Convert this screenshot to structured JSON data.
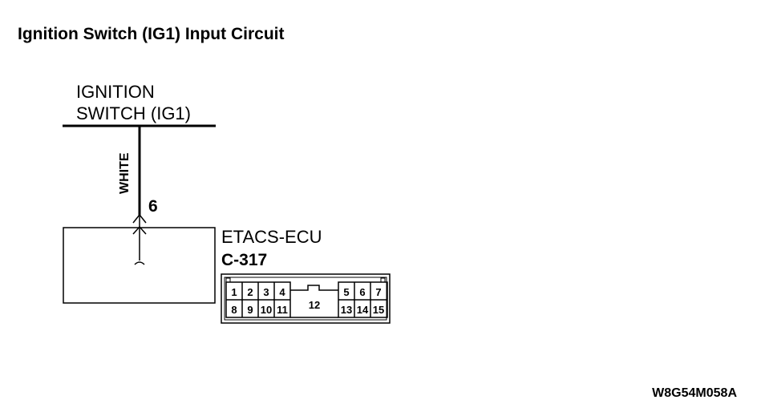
{
  "title": "Ignition Switch (IG1) Input Circuit",
  "source": {
    "line1": "IGNITION",
    "line2": "SWITCH (IG1)"
  },
  "wire": {
    "color": "WHITE",
    "pin": "6"
  },
  "ecu": {
    "name": "ETACS-ECU",
    "connector": "C-317"
  },
  "connector_pins": {
    "top_left": [
      "1",
      "2",
      "3",
      "4"
    ],
    "top_right": [
      "5",
      "6",
      "7"
    ],
    "center": "12",
    "bottom_left": [
      "8",
      "9",
      "10",
      "11"
    ],
    "bottom_right": [
      "13",
      "14",
      "15"
    ]
  },
  "figure_code": "W8G54M058A"
}
